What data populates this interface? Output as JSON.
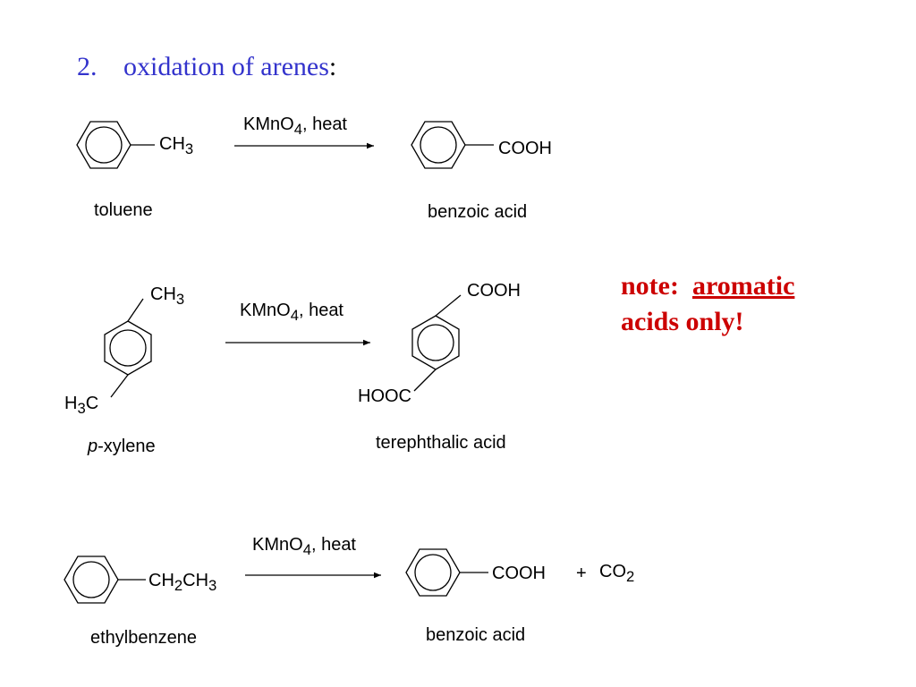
{
  "title": {
    "number": "2.",
    "text": "oxidation of arenes",
    "colon": ":"
  },
  "title_color": "#3333cc",
  "note": {
    "prefix": "note:",
    "emphasis": "aromatic",
    "line2": "acids only!"
  },
  "note_color": "#cc0000",
  "reactions": [
    {
      "reactant_substituent": {
        "main": "CH",
        "sub": "3"
      },
      "reagent": {
        "main": "KMnO",
        "sub": "4",
        "rest": ", heat"
      },
      "product_substituent": "COOH",
      "reactant_name": "toluene",
      "product_name": "benzoic acid"
    },
    {
      "reactant_top": {
        "main": "CH",
        "sub": "3"
      },
      "reactant_bottom": {
        "pre": "H",
        "sub": "3",
        "post": "C"
      },
      "reagent": {
        "main": "KMnO",
        "sub": "4",
        "rest": ", heat"
      },
      "product_top": "COOH",
      "product_bottom": "HOOC",
      "reactant_name": {
        "italic": "p",
        "rest": "-xylene"
      },
      "product_name": "terephthalic acid"
    },
    {
      "reactant_substituent": {
        "a": "CH",
        "a_sub": "2",
        "b": "CH",
        "b_sub": "3"
      },
      "reagent": {
        "main": "KMnO",
        "sub": "4",
        "rest": ", heat"
      },
      "product_substituent": "COOH",
      "plus": "+",
      "byproduct": {
        "main": "CO",
        "sub": "2"
      },
      "reactant_name": "ethylbenzene",
      "product_name": "benzoic acid"
    }
  ]
}
